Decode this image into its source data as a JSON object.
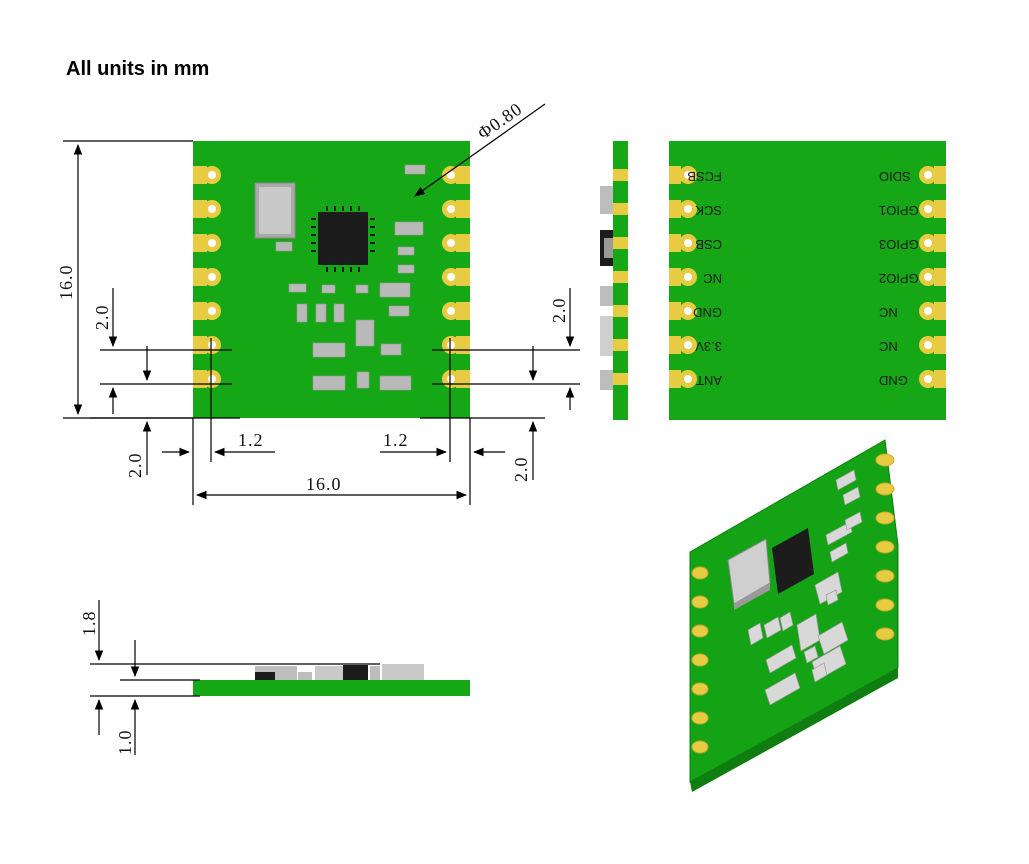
{
  "title": "All units in mm",
  "dimensions": {
    "board_height": "16.0",
    "board_width": "16.0",
    "pitch_left": "2.0",
    "pitch_right": "2.0",
    "offset_bottom_left": "2.0",
    "offset_bottom_right": "2.0",
    "edge_left": "1.2",
    "edge_right": "1.2",
    "hole_diameter": "Φ0.80",
    "total_height": "1.8",
    "pcb_thickness": "1.0"
  },
  "pins": {
    "left": [
      "FCSB",
      "SCK",
      "CSB",
      "NC",
      "GND",
      "3.3V",
      "ANT"
    ],
    "right": [
      "SDIO",
      "GPIO1",
      "GPIO3",
      "GPIO2",
      "NC",
      "NC",
      "GND"
    ]
  },
  "colors": {
    "pcb": "#16a716",
    "pcb_edge": "#0f7d0f",
    "pad": "#e7cc43",
    "chip": "#1c1c1c",
    "component": "#bdbdbd"
  }
}
